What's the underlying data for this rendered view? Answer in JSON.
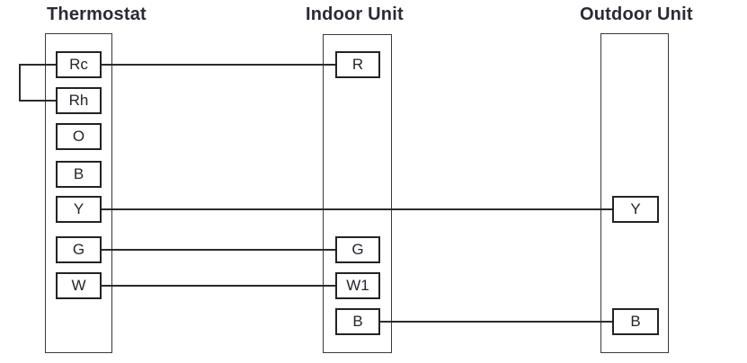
{
  "diagram": {
    "units": [
      {
        "id": "thermostat",
        "title": "Thermostat",
        "terminals": [
          "Rc",
          "Rh",
          "O",
          "B",
          "Y",
          "G",
          "W"
        ]
      },
      {
        "id": "indoor",
        "title": "Indoor Unit",
        "terminals": [
          "R",
          "G",
          "W1",
          "B"
        ]
      },
      {
        "id": "outdoor",
        "title": "Outdoor Unit",
        "terminals": [
          "Y",
          "B"
        ]
      }
    ],
    "connections": [
      {
        "from": "thermostat.Rc",
        "to": "thermostat.Rh",
        "type": "jumper"
      },
      {
        "from": "thermostat.Rc",
        "to": "indoor.R",
        "type": "wire"
      },
      {
        "from": "thermostat.Y",
        "to": "outdoor.Y",
        "type": "wire"
      },
      {
        "from": "thermostat.G",
        "to": "indoor.G",
        "type": "wire"
      },
      {
        "from": "thermostat.W",
        "to": "indoor.W1",
        "type": "wire"
      },
      {
        "from": "indoor.B",
        "to": "outdoor.B",
        "type": "wire"
      }
    ],
    "colors": {
      "line": "#2b2b2b",
      "box_border": "#232323",
      "text": "#2c2a33",
      "background": "#ffffff"
    }
  }
}
